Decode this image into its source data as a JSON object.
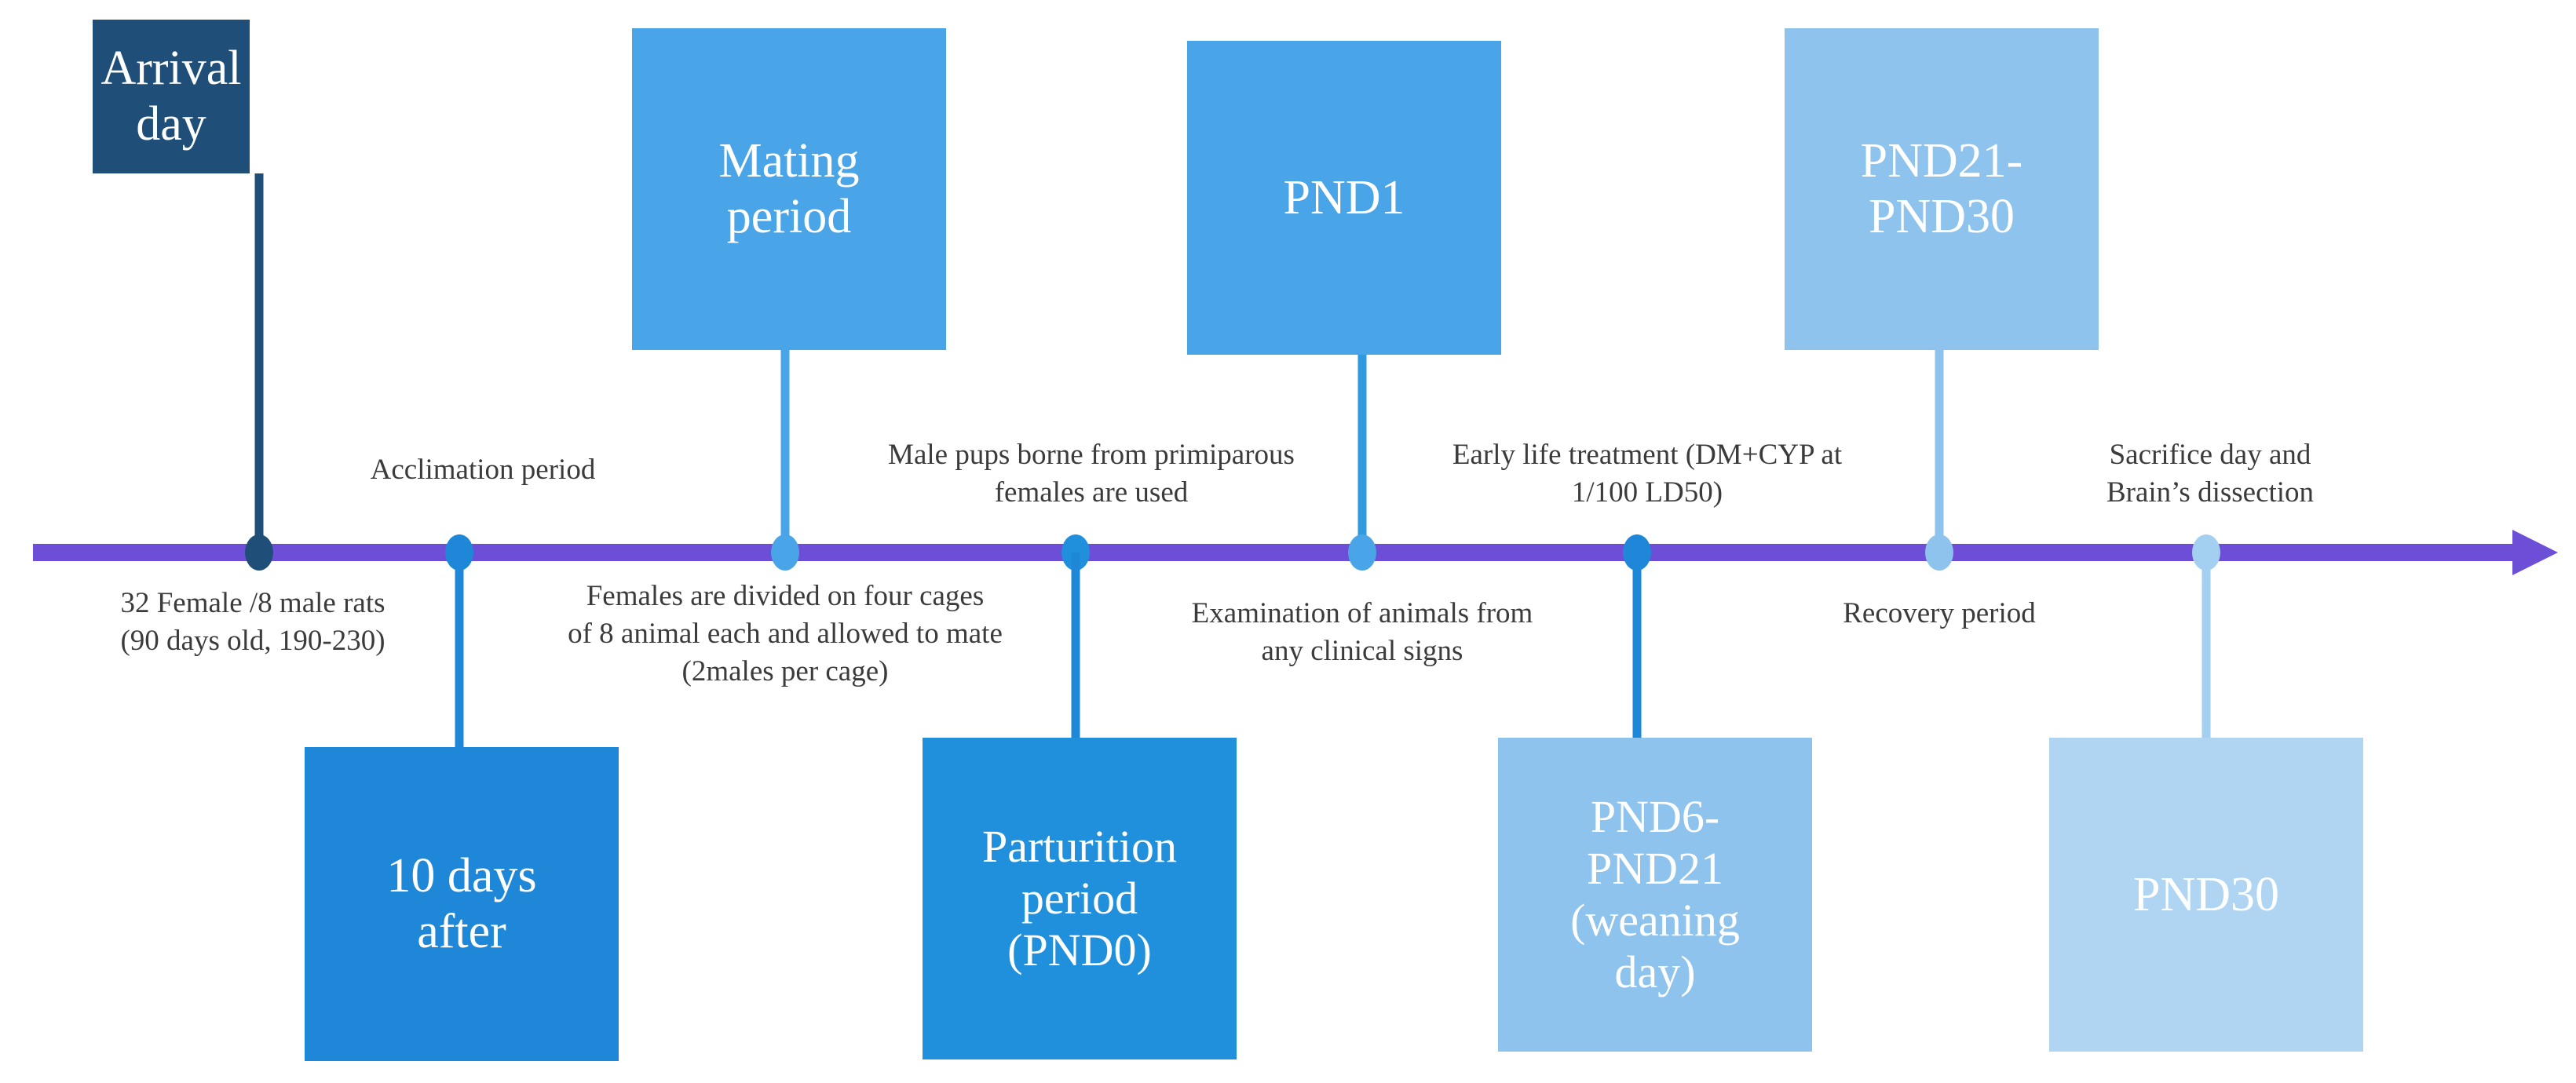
{
  "figure": {
    "kind": "experimental-timeline",
    "axis": {
      "color": "#6C4FD6",
      "arrow_direction": "right"
    }
  },
  "events": [
    {
      "id": "arrival-day",
      "box_label": "Arrival day",
      "box_side": "top",
      "color": "#1F4E79",
      "caption": "32 Female /8 male rats\n(90 days old, 190-230)",
      "caption_side": "below"
    },
    {
      "id": "ten-days-after",
      "box_label": "10 days\nafter",
      "box_side": "bottom",
      "color": "#1F87D8",
      "caption": "Acclimation period",
      "caption_side": "above"
    },
    {
      "id": "mating-period",
      "box_label": "Mating\nperiod",
      "box_side": "top",
      "color": "#4AA5E8",
      "caption": "Females are divided on four cages\nof 8 animal each and allowed to mate\n(2males per cage)",
      "caption_side": "below"
    },
    {
      "id": "parturition-period",
      "box_label": "Parturition\nperiod\n(PND0)",
      "box_side": "bottom",
      "color": "#2090DC",
      "caption": "Male pups borne from primiparous\nfemales are used",
      "caption_side": "above"
    },
    {
      "id": "pnd1",
      "box_label": "PND1",
      "box_side": "top",
      "color": "#4AA5E8",
      "caption": "Examination of  animals from\nany clinical signs",
      "caption_side": "below"
    },
    {
      "id": "pnd6-pnd21",
      "box_label": "PND6-\nPND21\n(weaning\nday)",
      "box_side": "bottom",
      "color": "#8DC3EC",
      "caption": "Early life treatment (DM+CYP at\n1/100 LD50)",
      "caption_side": "above"
    },
    {
      "id": "pnd21-pnd30",
      "box_label": "PND21-\nPND30",
      "box_side": "top",
      "color": "#8DC3EC",
      "caption": "Recovery period",
      "caption_side": "below"
    },
    {
      "id": "pnd30",
      "box_label": "PND30",
      "box_side": "bottom",
      "color": "#AFD5F2",
      "caption": "Sacrifice day  and\nBrain’s  dissection",
      "caption_side": "above"
    }
  ]
}
